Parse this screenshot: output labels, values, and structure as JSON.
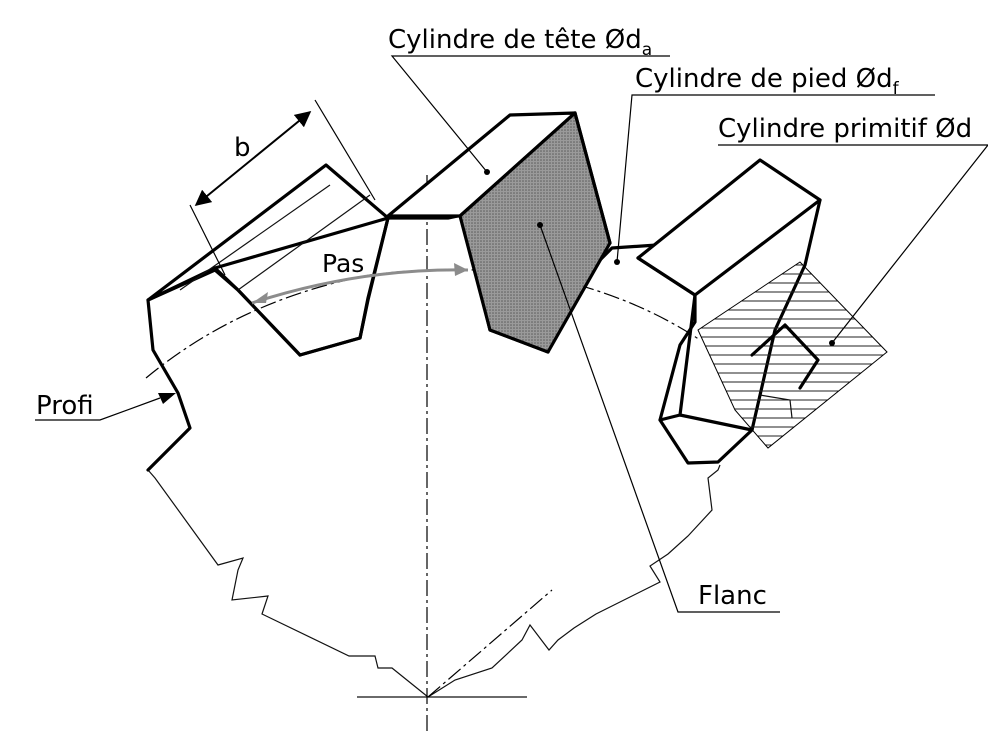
{
  "labels": {
    "tip_cylinder": "Cylindre de tête Ød",
    "tip_cylinder_sub": "a",
    "root_cylinder": "Cylindre de pied Ød",
    "root_cylinder_sub": "f",
    "pitch_cylinder": "Cylindre primitif Ød",
    "pitch": "Pas",
    "face_width": "b",
    "profile": "Profi",
    "flank": "Flanc"
  },
  "colors": {
    "line": "#000000",
    "flank_shade": "#8a8a8a",
    "pitch_arrow": "#8c8c8c",
    "background": "#ffffff"
  }
}
